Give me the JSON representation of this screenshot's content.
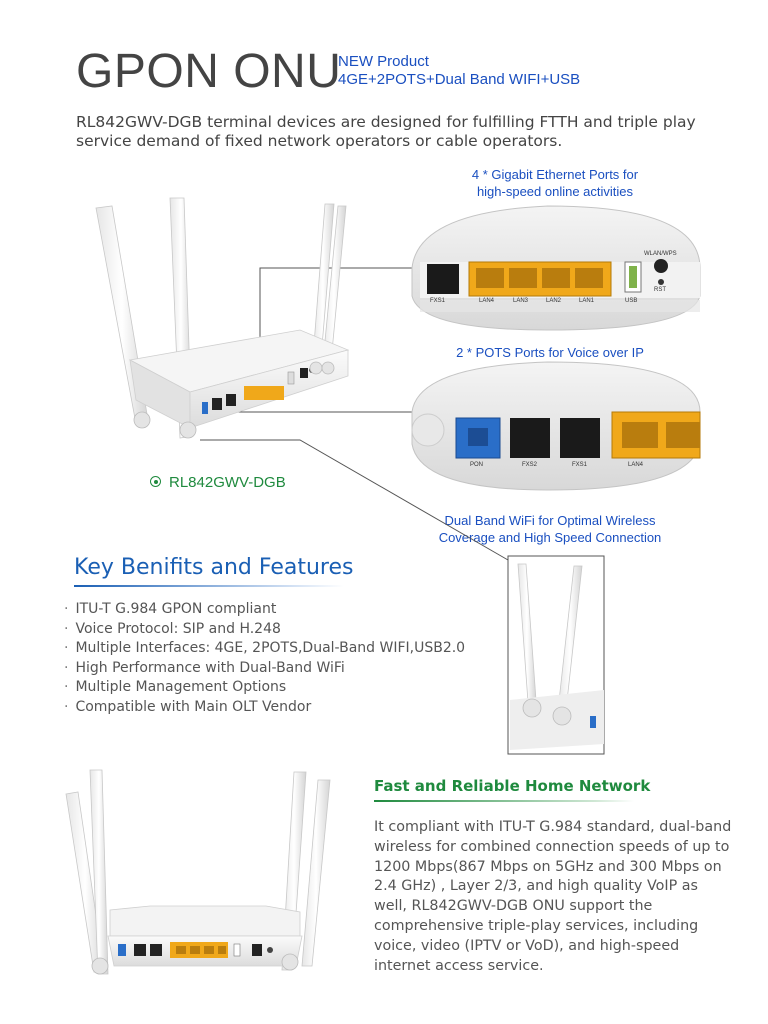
{
  "header": {
    "title": "GPON ONU",
    "new_label": "NEW Product",
    "subtitle": "4GE+2POTS+Dual Band WIFI+USB"
  },
  "intro": "RL842GWV-DGB terminal devices are designed for fulfilling FTTH and triple play service demand of fixed network operators or cable operators.",
  "callouts": {
    "ethernet": [
      "4 * Gigabit Ethernet Ports for",
      "high-speed online activities"
    ],
    "pots": "2 * POTS Ports for Voice over IP",
    "wifi": [
      "Dual Band WiFi for Optimal Wireless",
      "Coverage and High Speed Connection"
    ]
  },
  "ports_top": [
    "FXS1",
    "LAN4",
    "LAN3",
    "LAN2",
    "LAN1",
    "USB",
    "WLAN/WPS",
    "RST"
  ],
  "ports_bottom": [
    "PON",
    "FXS2",
    "FXS1",
    "LAN4"
  ],
  "model": "RL842GWV-DGB",
  "key_benefits": {
    "title": "Key Benifits and Features",
    "items": [
      "ITU-T G.984 GPON compliant",
      "Voice Protocol: SIP and H.248",
      "Multiple Interfaces: 4GE, 2POTS,Dual-Band WIFI,USB2.0",
      "High Performance with Dual-Band WiFi",
      "Multiple Management Options",
      "Compatible with Main OLT Vendor"
    ]
  },
  "fast_reliable": {
    "title": "Fast and Reliable Home Network",
    "body": "It compliant with ITU-T G.984 standard, dual-band wireless for combined connection speeds of up to 1200 Mbps(867 Mbps on 5GHz and 300 Mbps on 2.4 GHz) , Layer 2/3, and high quality VoIP as well, RL842GWV-DGB ONU support the comprehensive triple-play services, including voice, video (IPTV or VoD), and high-speed internet access service."
  },
  "colors": {
    "accent_blue": "#1a4fc0",
    "accent_green": "#1f8a3e",
    "lan_yellow": "#f0a81a",
    "pon_blue": "#2a6ec8"
  }
}
